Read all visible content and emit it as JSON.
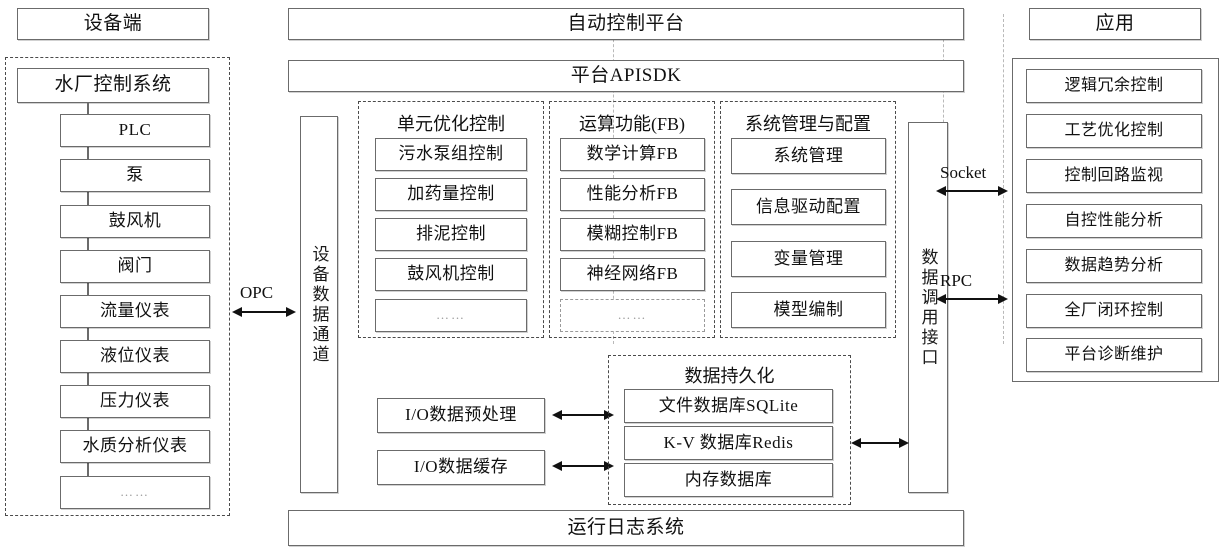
{
  "diagram": {
    "title_device": "设备端",
    "title_platform": "自动控制平台",
    "title_apisdk": "平台APISDK",
    "title_application": "应用",
    "title_log": "运行日志系统"
  },
  "device_side": {
    "header": "设备端",
    "root": "水厂控制系统",
    "items": [
      {
        "label": "PLC"
      },
      {
        "label": "泵"
      },
      {
        "label": "鼓风机"
      },
      {
        "label": "阀门"
      },
      {
        "label": "流量仪表"
      },
      {
        "label": "液位仪表"
      },
      {
        "label": "压力仪表"
      },
      {
        "label": "水质分析仪表"
      },
      {
        "label": "……"
      }
    ]
  },
  "channels": {
    "device_data_channel": "设备数据通道",
    "data_call_interface": "数据调用接口"
  },
  "connectors": {
    "opc": "OPC",
    "socket": "Socket",
    "rpc": "RPC"
  },
  "groups": [
    {
      "title": "单元优化控制",
      "items": [
        {
          "label": "污水泵组控制"
        },
        {
          "label": "加药量控制"
        },
        {
          "label": "排泥控制"
        },
        {
          "label": "鼓风机控制"
        },
        {
          "label": "……"
        }
      ]
    },
    {
      "title": "运算功能(FB)",
      "items": [
        {
          "label": "数学计算FB"
        },
        {
          "label": "性能分析FB"
        },
        {
          "label": "模糊控制FB"
        },
        {
          "label": "神经网络FB"
        },
        {
          "label": "……"
        }
      ]
    },
    {
      "title": "系统管理与配置",
      "items": [
        {
          "label": "系统管理"
        },
        {
          "label": "信息驱动配置"
        },
        {
          "label": "变量管理"
        },
        {
          "label": "模型编制"
        }
      ]
    }
  ],
  "io_blocks": [
    {
      "label": "I/O数据预处理"
    },
    {
      "label": "I/O数据缓存"
    }
  ],
  "persistence": {
    "title": "数据持久化",
    "items": [
      {
        "label": "文件数据库SQLite"
      },
      {
        "label": "K-V 数据库Redis"
      },
      {
        "label": "内存数据库"
      }
    ]
  },
  "application": {
    "header": "应用",
    "items": [
      {
        "label": "逻辑冗余控制"
      },
      {
        "label": "工艺优化控制"
      },
      {
        "label": "控制回路监视"
      },
      {
        "label": "自控性能分析"
      },
      {
        "label": "数据趋势分析"
      },
      {
        "label": "全厂闭环控制"
      },
      {
        "label": "平台诊断维护"
      }
    ]
  },
  "footer": {
    "label": "运行日志系统"
  },
  "colors": {
    "border": "#6b6b6b",
    "dashed": "#4a4a4a",
    "text": "#111111",
    "background": "#ffffff"
  }
}
